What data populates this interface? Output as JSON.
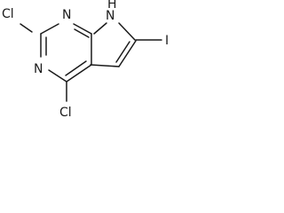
{
  "molecule": {
    "atoms": {
      "cl_top": "Cl",
      "n_top": "N",
      "nh_n": "N",
      "nh_h": "H",
      "n_left": "N",
      "iodine": "I",
      "cl_bottom": "Cl"
    }
  }
}
